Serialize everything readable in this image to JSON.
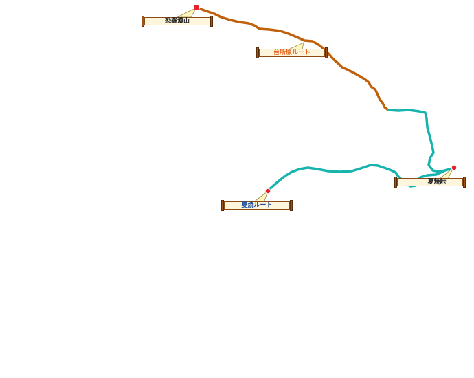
{
  "map": {
    "labels": {
      "summit": "恐羅漢山",
      "daishobara_route": "台所原ルート",
      "pass": "夏焼峠",
      "natsuyake_route": "夏焼ルート"
    },
    "colors": {
      "daishobara_route": "#c0600a",
      "natsuyake_route": "#17b3ad",
      "marker": "#e8202a",
      "summit_label_text": "#222222",
      "daishobara_label_text": "#e8621a",
      "pass_label_text": "#222222",
      "natsuyake_label_text": "#1f4f9a",
      "plate_fill": "#fdf5dc",
      "plate_border": "#8a4b14"
    },
    "icons": [
      "summit-marker-icon",
      "pass-marker-icon",
      "trailhead-marker-icon"
    ]
  }
}
